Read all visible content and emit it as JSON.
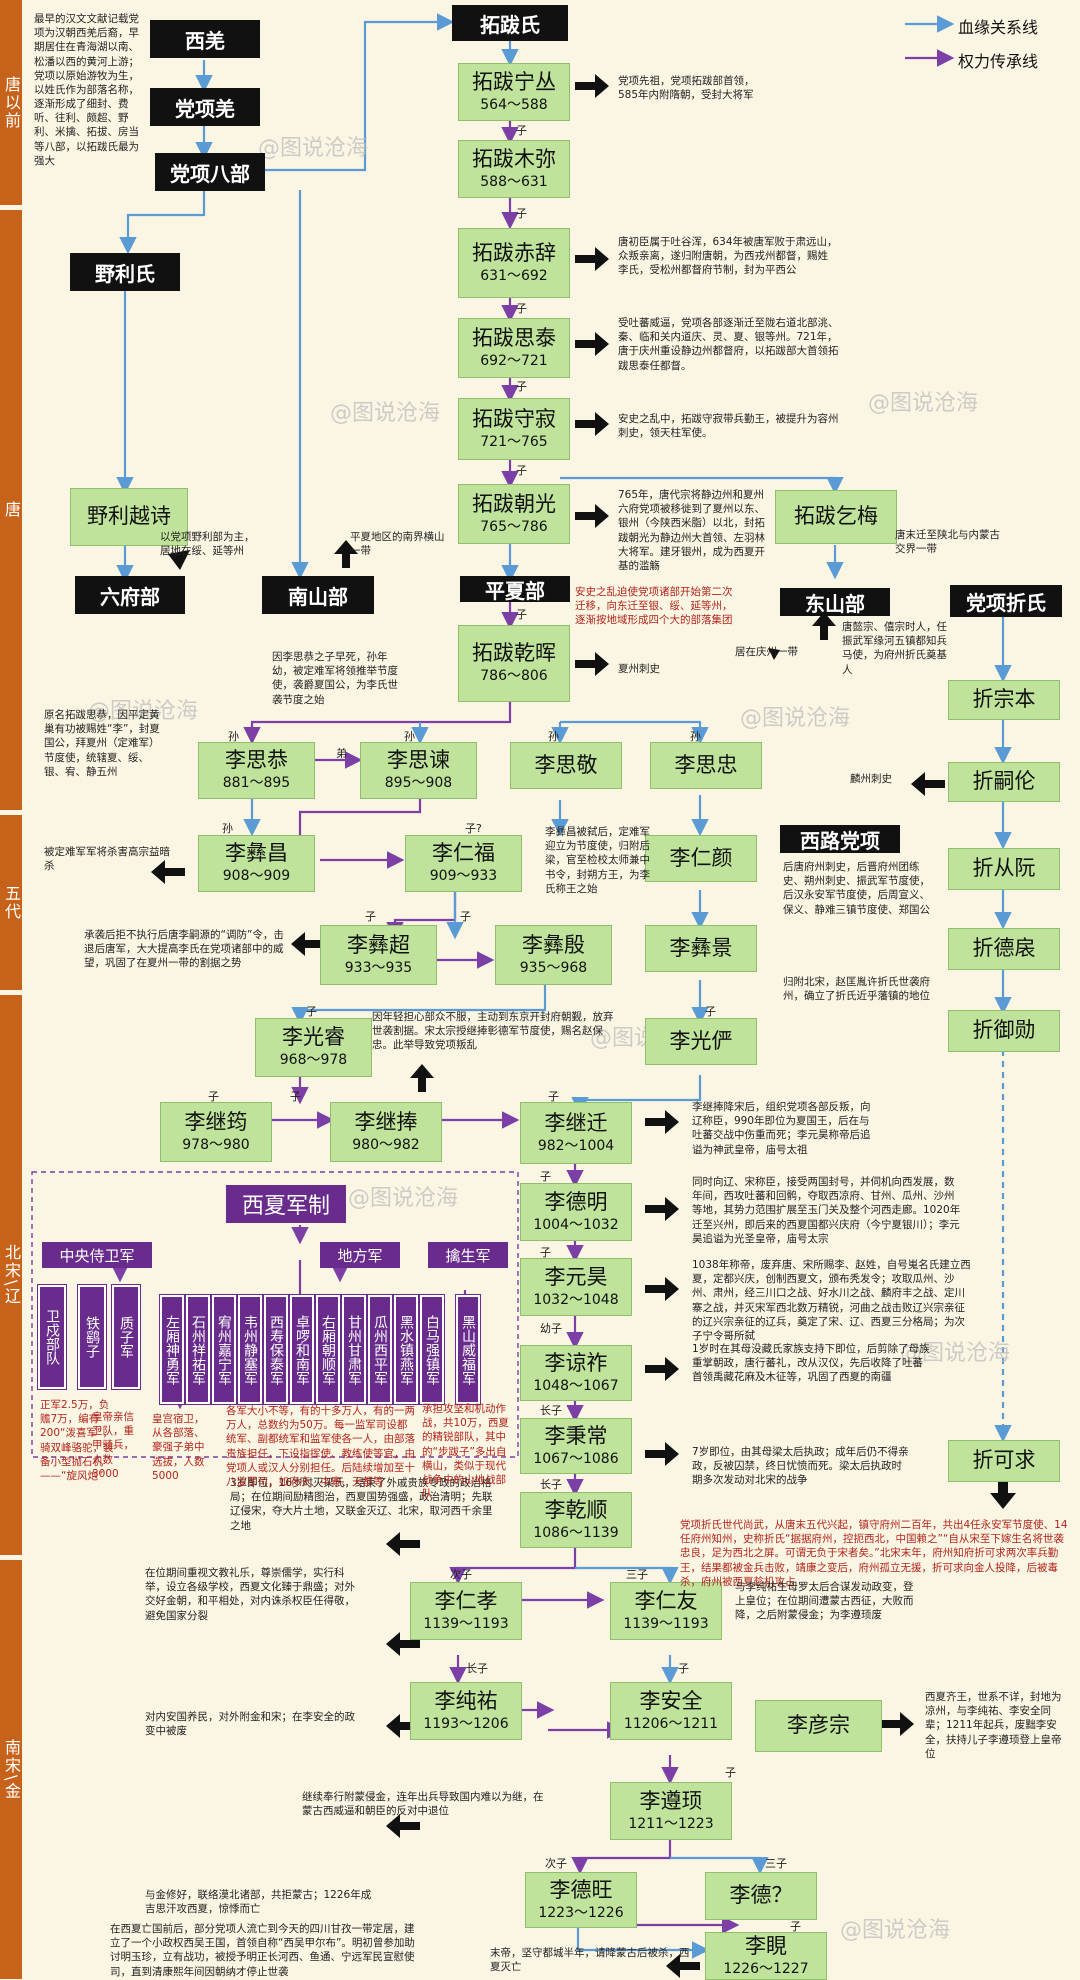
{
  "legend": {
    "blood": "血缘关系线",
    "power": "权力传承线"
  },
  "eras": [
    {
      "label": "唐以前"
    },
    {
      "label": "唐"
    },
    {
      "label": "五代"
    },
    {
      "label": "北宋\\辽"
    },
    {
      "label": "南宋\\金"
    }
  ],
  "watermark": "@图说沧海",
  "dark_nodes": {
    "xiqiang": "西羌",
    "dangxiangqiang": "党项羌",
    "dangxiangbabu": "党项八部",
    "tuobashi": "拓跋氏",
    "yelishi": "野利氏",
    "liufubu": "六府部",
    "nanshanbu": "南山部",
    "pingxiabu": "平夏部",
    "dongshanbu": "东山部",
    "dangxiangzheshi": "党项折氏",
    "xiludangxiang": "西路党项"
  },
  "nodes": {
    "ningcong": {
      "name": "拓跋宁丛",
      "years": "564～588"
    },
    "mumi": {
      "name": "拓跋木弥",
      "years": "588～631"
    },
    "chici": {
      "name": "拓跋赤辞",
      "years": "631～692"
    },
    "sitai": {
      "name": "拓跋思泰",
      "years": "692～721"
    },
    "shoujin": {
      "name": "拓跋守寂",
      "years": "721～765"
    },
    "chaoguang": {
      "name": "拓跋朝光",
      "years": "765～786"
    },
    "qianhui": {
      "name": "拓跋乾晖",
      "years": "786～806"
    },
    "qimei": {
      "name": "拓跋乞梅",
      "years": ""
    },
    "yelivshi": {
      "name": "野利越诗",
      "years": ""
    },
    "sigong": {
      "name": "李思恭",
      "years": "881～895"
    },
    "sijian": {
      "name": "李思谏",
      "years": "895～908"
    },
    "sijing": {
      "name": "李思敬",
      "years": ""
    },
    "sizhong": {
      "name": "李思忠",
      "years": ""
    },
    "yichang": {
      "name": "李彝昌",
      "years": "908～909"
    },
    "renfu": {
      "name": "李仁福",
      "years": "909～933"
    },
    "renyan": {
      "name": "李仁颜",
      "years": ""
    },
    "yichao": {
      "name": "李彝超",
      "years": "933～935"
    },
    "yiyin": {
      "name": "李彝殷",
      "years": "935～968"
    },
    "yijing": {
      "name": "李彝景",
      "years": ""
    },
    "guangrui": {
      "name": "李光睿",
      "years": "968～978"
    },
    "guangyan": {
      "name": "李光俨",
      "years": ""
    },
    "jiyun": {
      "name": "李继筠",
      "years": "978～980"
    },
    "jipeng": {
      "name": "李继捧",
      "years": "980～982"
    },
    "jiqian": {
      "name": "李继迁",
      "years": "982～1004"
    },
    "deming": {
      "name": "李德明",
      "years": "1004～1032"
    },
    "yuanhao": {
      "name": "李元昊",
      "years": "1032～1048"
    },
    "liangzuo": {
      "name": "李谅祚",
      "years": "1048～1067"
    },
    "bingchang": {
      "name": "李秉常",
      "years": "1067～1086"
    },
    "qianshun": {
      "name": "李乾顺",
      "years": "1086～1139"
    },
    "renxiao": {
      "name": "李仁孝",
      "years": "1139～1193"
    },
    "renyou": {
      "name": "李仁友",
      "years": "1139～1193"
    },
    "chunyou": {
      "name": "李纯祐",
      "years": "1193～1206"
    },
    "anquan": {
      "name": "李安全",
      "years": "11206～1211"
    },
    "yanzong": {
      "name": "李彦宗",
      "years": ""
    },
    "zunxu": {
      "name": "李遵顼",
      "years": "1211～1223"
    },
    "dewang": {
      "name": "李德旺",
      "years": "1223～1226"
    },
    "de2": {
      "name": "李德？",
      "years": ""
    },
    "xian": {
      "name": "李睍",
      "years": "1226～1227"
    },
    "zhezongben": {
      "name": "折宗本",
      "years": ""
    },
    "zhesilun": {
      "name": "折嗣伦",
      "years": ""
    },
    "zheconguan": {
      "name": "折从阮",
      "years": ""
    },
    "zhedeyi": {
      "name": "折德扆",
      "years": ""
    },
    "zheyuxun": {
      "name": "折御勋",
      "years": ""
    },
    "zhekeqiu": {
      "name": "折可求",
      "years": ""
    }
  },
  "kin": {
    "sun": "孙",
    "di": "弟",
    "zi": "子",
    "ziq": "子?",
    "youzi": "幼子",
    "zhangzi": "长子",
    "cizi": "次子",
    "sanzi": "三子"
  },
  "notes": {
    "origin": "最早的汉文文献记载党项为汉朝西羌后裔，早期居住在青海湖以南、松潘以西的黄河上游；党项以原始游牧为生，以姓氏作为部落名称，逐渐形成了细封、费听、往利、颇超、野利、米擒、拓拔、房当等八部，以拓跋氏最为强大",
    "ningcong": "党项先祖，党项拓跋部首领，585年内附隋朝，受封大将军",
    "chici": "唐初臣属于吐谷浑，634年被唐军败于肃远山，众叛亲离，遂归附唐朝，为西戎州都督，赐姓李氏，受松州都督府节制，封为平西公",
    "sitai": "受吐蕃威逼，党项各部逐渐迁至陇右道北部洮、秦、临和关内道庆、灵、夏、银等州。721年，唐于庆州重设静边州都督府，以拓跋部大首领拓跋思泰任都督。",
    "shoujin": "安史之乱中，拓跋守寂带兵勤王，被提升为容州刺史，领天柱军使。",
    "chaoguang": "765年，唐代宗将静边州和夏州六府党项被移徙到了夏州以东、银州（今陕西米脂）以北，封拓跋朝光为静边州大首领、左羽林大将军。建牙银州，成为西夏开基的滥觞",
    "pingxia": "安史之乱迫使党项诸部开始第二次迁移，向东迁至银、绥、延等州，逐渐按地域形成四个大的部落集团",
    "yeli": "以党项野利部为主，居地在绥、延等州",
    "nanshan": "平夏地区的南界横山一带",
    "qianhui": "夏州刺史",
    "dongshan": "居在庆州一带",
    "zheshi1": "唐末迁至陕北与内蒙古交界一带",
    "zheshi2": "唐懿宗、僖宗时人，任振武军缘河五镇都知兵马使，为府州折氏奠基人",
    "sigongpre": "因李思恭之子早死，孙年幼，被定难军将领推举节度使，袭爵夏国公，为李氏世袭节度之始",
    "sigong": "原名拓跋思恭，因平定黄巢有功被赐姓“李”，封夏国公，拜夏州（定难军）节度使，统辖夏、绥、银、宥、静五州",
    "zhesilun": "麟州刺史",
    "yichang": "被定难军军将杀害高宗益暗杀",
    "renfu": "李彝昌被弑后，定难军迎立为节度使，归附后梁，官至检校太师兼中书令，封朔方王，为李氏称王之始",
    "xilu": "后唐府州刺史，后晋府州团练史、朔州刺史、振武军节度使，后汉永安军节度使，后周宣义、保义、静难三镇节度使、郑国公",
    "yichao": "承袭后拒不执行后唐李嗣源的“调防”令，击退后唐军，大大提高李氏在党项诸部中的威望，巩固了在夏州一带的割据之势",
    "zhedeyi": "归附北宋，赵匡胤许折氏世袭府州，确立了折氏近乎藩镇的地位",
    "guangrui": "因年轻担心部众不服，主动到东京开封府朝觐，放弃世袭割据。宋太宗授继捧彰德军节度使，赐名赵保忠。此举导致党项叛乱",
    "jiqian": "李继捧降宋后，组织党项各部反叛，向辽称臣，990年即位为夏国王，后在与吐蕃交战中伤重而死；李元昊称帝后追谥为神武皇帝，庙号太祖",
    "deming": "同时向辽、宋称臣，接受两国封号，并伺机向西发展，数年间，西攻吐蕃和回鹘，夺取西凉府、甘州、瓜州、沙州等地，其势力范围扩展至玉门关及整个河西走廊。1020年迁至兴州，即后来的西夏国都兴庆府（今宁夏银川）；李元昊追谥为光圣皇帝，庙号太宗",
    "yuanhao": "1038年称帝，废弃唐、宋所赐李、赵姓，自号嵬名氏建立西夏，定都兴庆，创制西夏文，颁布秃发令；攻取瓜州、沙州、肃州，经三川口之战、好水川之战、麟府丰之战、定川寨之战，并灭宋军西北数万精锐，河曲之战击败辽兴宗亲征的辽兴宗亲征的辽兵，奠定了宋、辽、西夏三分格局；为次子宁令哥所弑",
    "liangzuo": "1岁时在其母没藏氏家族支持下即位，后剪除了母族重掌朝政，唐行蕃礼，改从汉仪，先后收降了吐蕃首领禹藏花麻及木征等，巩固了西夏的南疆",
    "bingchang": "7岁即位，由其母梁太后执政；成年后仍不得亲政，反被囚禁，终日忧愤而死。梁太后执政时期多次发动对北宋的战争",
    "qianshun": "3岁即位，16岁时灭梁氏，结束了外戚贵族专政的政治格局；在位期间励精图治，西夏国势强盛，政治清明；先联辽侵宋，夺大片土地，又联金灭辽、北宋，取河西千余里之地",
    "zheshi3": "党项折氏世代尚武，从唐末五代兴起，镇守府州二百年，共出4任永安军节度使、14任府州知州，史称折氏“据据府州，控扼西北，中国赖之”“自从宋至下嫁生名将世袭忠良，足为西北之屏。可谓无负于宋者矣。”北宋末年，府州知府折可求两次率兵勤王，结果都被金兵击败，靖康之变后，府州孤立无援，折可求向金人投降，后被毒杀，府州被西夏趁机攻占",
    "renxiao": "在位期间重视文教礼乐，尊崇儒学，实行科举，设立各级学校，西夏文化臻于鼎盛；对外交好金朝，和平相处，对内诛杀权臣任得敬，避免国家分裂",
    "renyou": "与李纯祐生母罗太后合谋发动政变，登上皇位；在位期间遭蒙古西征，大败而降，之后附蒙侵金；为李遵顼废",
    "chunyou": "对内安国养民，对外附金和宋；在李安全的政变中被废",
    "yanzong": "西夏齐王，世系不详，封地为凉州，与李纯祐、李安全同辈；1211年起兵，废黜李安全，扶持儿子李遵顼登上皇帝位",
    "zunxu": "继续奉行附蒙侵金，连年出兵导致国内难以为继，在蒙古西威逼和朝臣的反对中退位",
    "dewang": "与金修好，联络漠北诸部，共拒蒙古；1226年成吉思汗攻西夏，惊悸而亡",
    "xian": "末帝，坚守都城半年，请降蒙古后被杀，西夏灭亡",
    "xiwu": "在西夏亡国前后，部分党项人流亡到今天的四川甘孜一带定居，建立了一个小政权西吴王国，首领自称“西吴甲尔布”。明初曾参加助讨明玉珍，立有战功，被授予明正长河西、鱼通、宁远军民宣慰使司，直到清康熙年间因朝纳才停止世袭"
  },
  "military": {
    "title": "西夏军制",
    "central": "中央侍卫军",
    "local": "地方军",
    "capture": "擒生军",
    "central_units": [
      "卫戍部队",
      "铁鹞子",
      "质子军"
    ],
    "local_units": [
      "左厢神勇军",
      "石州祥祐军",
      "宥州嘉宁军",
      "韦州静塞军",
      "西寿保泰军",
      "卓啰和南军",
      "右厢朝顺军",
      "甘州甘肃军",
      "瓜州西平军",
      "黑水镇燕军",
      "白马强镇军",
      "黑山威福军"
    ],
    "note_wei": "正军2.5万，负赡7万，编有200“泼喜军”，骑双峰骆驼，装备小型抛石机——“旋风炮”",
    "note_tie": "皇帝亲信卫队，重甲骑兵，人数3000",
    "note_zhi": "皇宫宿卫，从各部落、豪强子弟中选拔，人数5000",
    "note_local": "各军大小不等，有的十多万人，有的一两万人，总数约为50万。每一监军司设都统军、副都统军和监军使各一人，由部落贵族担任，下设指挥使、教练使等官，由党项人或汉人分别担任。后陆续增加至十八监军司，如府庆、中寨、天都等",
    "note_capture": "承担攻坚和机动作战，共10万，西夏的精锐部队，其中的“步跋子”多出自横山，类似于现代战争中的山地战部队"
  }
}
